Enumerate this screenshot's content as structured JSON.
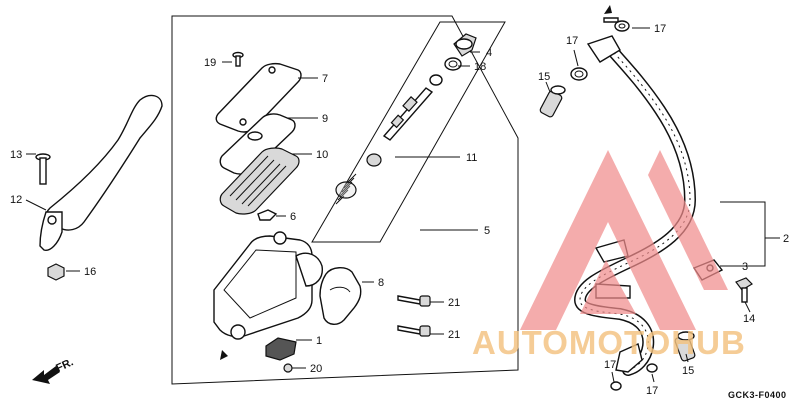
{
  "diagram": {
    "code": "GCK3-F0400",
    "direction_label": "FR.",
    "watermark": {
      "text": "AUTOMOTOHUB",
      "color": "#f08c8c",
      "text_color": "#f3c27f"
    },
    "callouts": {
      "c1": "1",
      "c2": "2",
      "c3": "3",
      "c4": "4",
      "c5": "5",
      "c6": "6",
      "c7": "7",
      "c8": "8",
      "c9": "9",
      "c10": "10",
      "c11": "11",
      "c12": "12",
      "c13": "13",
      "c14": "14",
      "c15a": "15",
      "c15b": "15",
      "c16": "16",
      "c17a": "17",
      "c17b": "17",
      "c17c": "17",
      "c17d": "17",
      "c18": "18",
      "c19": "19",
      "c20": "20",
      "c21a": "21",
      "c21b": "21"
    }
  }
}
